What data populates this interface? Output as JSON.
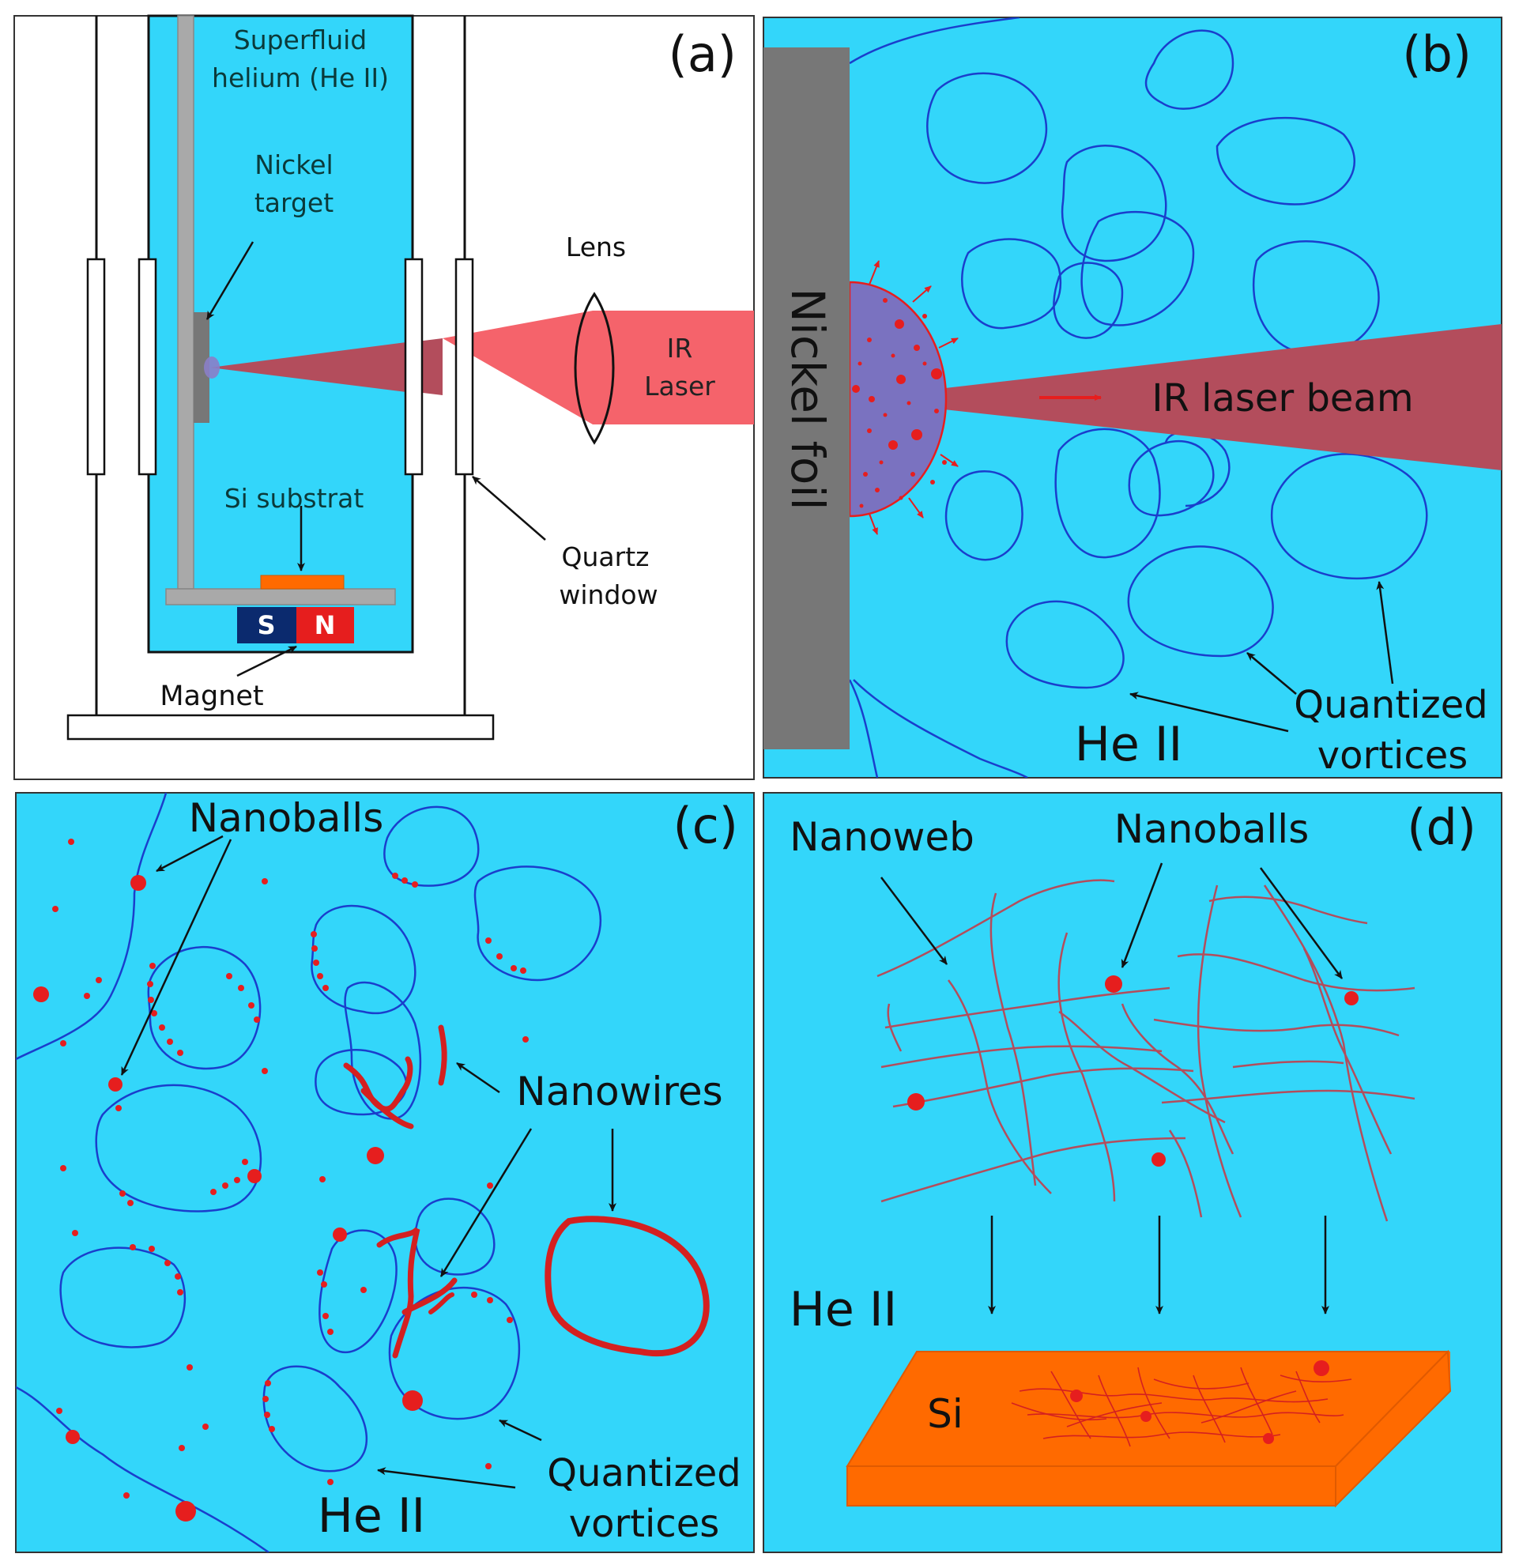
{
  "colors": {
    "helium": "#33d6fa",
    "vortex": "#1a3ecc",
    "nickel": "#777777",
    "laser": "#f5636b",
    "laser_dark": "#b34d5c",
    "particle": "#e61e1e",
    "substrate": "#ff6a00",
    "magnet_s": "#0b2a6e",
    "magnet_n": "#e61e1e"
  },
  "panel_a": {
    "tag": "(a)",
    "helium_line1": "Superfluid",
    "helium_line2": "helium (He II)",
    "target_line1": "Nickel",
    "target_line2": "target",
    "lens": "Lens",
    "laser_line1": "IR",
    "laser_line2": "Laser",
    "substrate": "Si substrat",
    "window_line1": "Quartz",
    "window_line2": "window",
    "magnet": "Magnet",
    "magnet_s": "S",
    "magnet_n": "N"
  },
  "panel_b": {
    "tag": "(b)",
    "foil": "Nickel foil",
    "beam": "IR laser beam",
    "medium": "He II",
    "vortices_line1": "Quantized",
    "vortices_line2": "vortices"
  },
  "panel_c": {
    "tag": "(c)",
    "nanoballs": "Nanoballs",
    "nanowires": "Nanowires",
    "medium": "He II",
    "vortices_line1": "Quantized",
    "vortices_line2": "vortices"
  },
  "panel_d": {
    "tag": "(d)",
    "nanoweb": "Nanoweb",
    "nanoballs": "Nanoballs",
    "medium": "He II",
    "substrate": "Si"
  }
}
